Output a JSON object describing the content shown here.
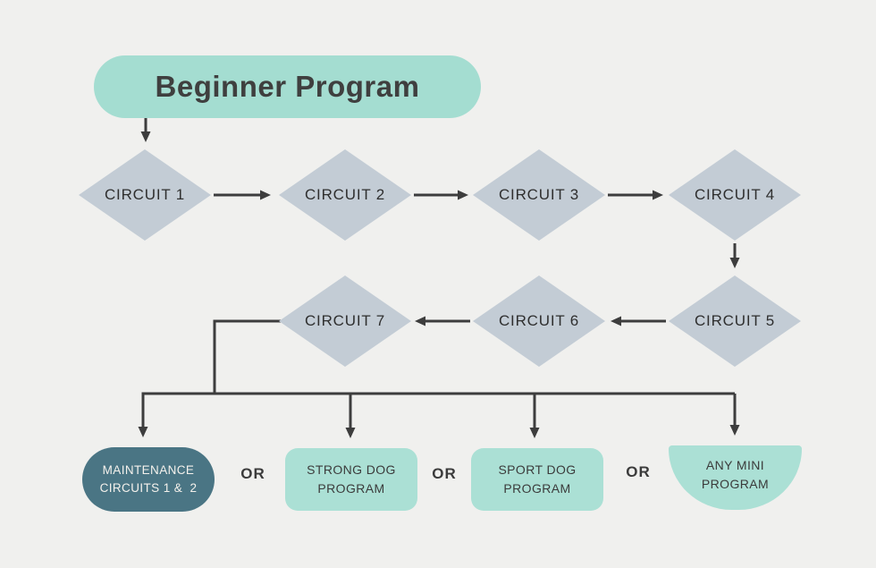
{
  "header": {
    "title": "Beginner Program"
  },
  "diamonds": [
    {
      "label": "CIRCUIT 1"
    },
    {
      "label": "CIRCUIT 2"
    },
    {
      "label": "CIRCUIT 3"
    },
    {
      "label": "CIRCUIT 4"
    },
    {
      "label": "CIRCUIT 5"
    },
    {
      "label": "CIRCUIT 6"
    },
    {
      "label": "CIRCUIT 7"
    }
  ],
  "outcomes": [
    {
      "line1": "MAINTENANCE",
      "line2": "CIRCUITS 1 &  2"
    },
    {
      "line1": "STRONG DOG",
      "line2": "PROGRAM"
    },
    {
      "line1": "SPORT DOG",
      "line2": "PROGRAM"
    },
    {
      "line1": "ANY MINI",
      "line2": "PROGRAM"
    }
  ],
  "labels": {
    "or": "OR"
  },
  "colors": {
    "background": "#f0f0ee",
    "mint_header": "#a4ddd1",
    "mint_box": "#abe0d5",
    "diamond_fill": "#c3ccd5",
    "dark_teal": "#4a7584",
    "line": "#3d3d3d",
    "text_dark": "#3b3b3b",
    "text_light": "#f4f1ec"
  }
}
